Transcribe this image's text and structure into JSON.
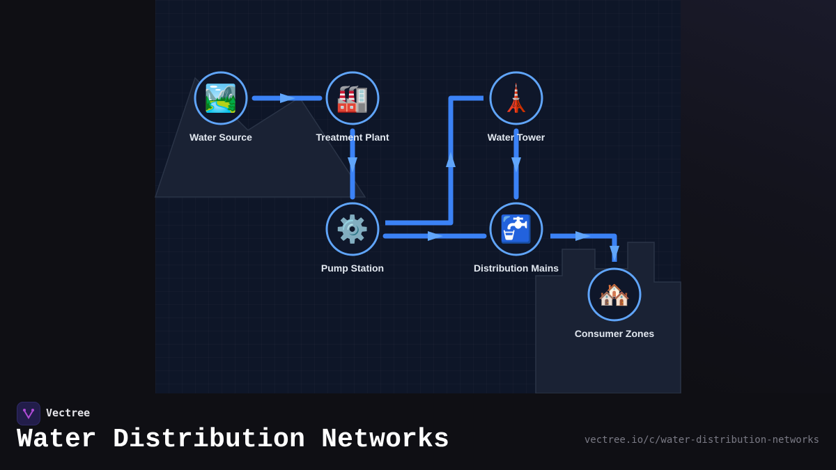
{
  "diagram": {
    "nodes": [
      {
        "id": "water-source",
        "label": "Water Source",
        "icon": "🏞️"
      },
      {
        "id": "treatment-plant",
        "label": "Treatment Plant",
        "icon": "🏭"
      },
      {
        "id": "water-tower",
        "label": "Water Tower",
        "icon": "🗼"
      },
      {
        "id": "pump-station",
        "label": "Pump Station",
        "icon": "⚙️"
      },
      {
        "id": "distribution-mains",
        "label": "Distribution Mains",
        "icon": "🚰"
      },
      {
        "id": "consumer-zones",
        "label": "Consumer Zones",
        "icon": "🏘️"
      }
    ],
    "edges": [
      {
        "from": "water-source",
        "to": "treatment-plant"
      },
      {
        "from": "treatment-plant",
        "to": "pump-station"
      },
      {
        "from": "pump-station",
        "to": "water-tower"
      },
      {
        "from": "pump-station",
        "to": "distribution-mains"
      },
      {
        "from": "water-tower",
        "to": "distribution-mains"
      },
      {
        "from": "distribution-mains",
        "to": "consumer-zones"
      }
    ],
    "colors": {
      "edge": "#3b82f6",
      "arrow": "#60a5fa",
      "node_stroke": "#60a5fa",
      "background": "#0e1628"
    }
  },
  "footer": {
    "brand": "Vectree",
    "title": "Water Distribution Networks",
    "url": "vectree.io/c/water-distribution-networks"
  }
}
